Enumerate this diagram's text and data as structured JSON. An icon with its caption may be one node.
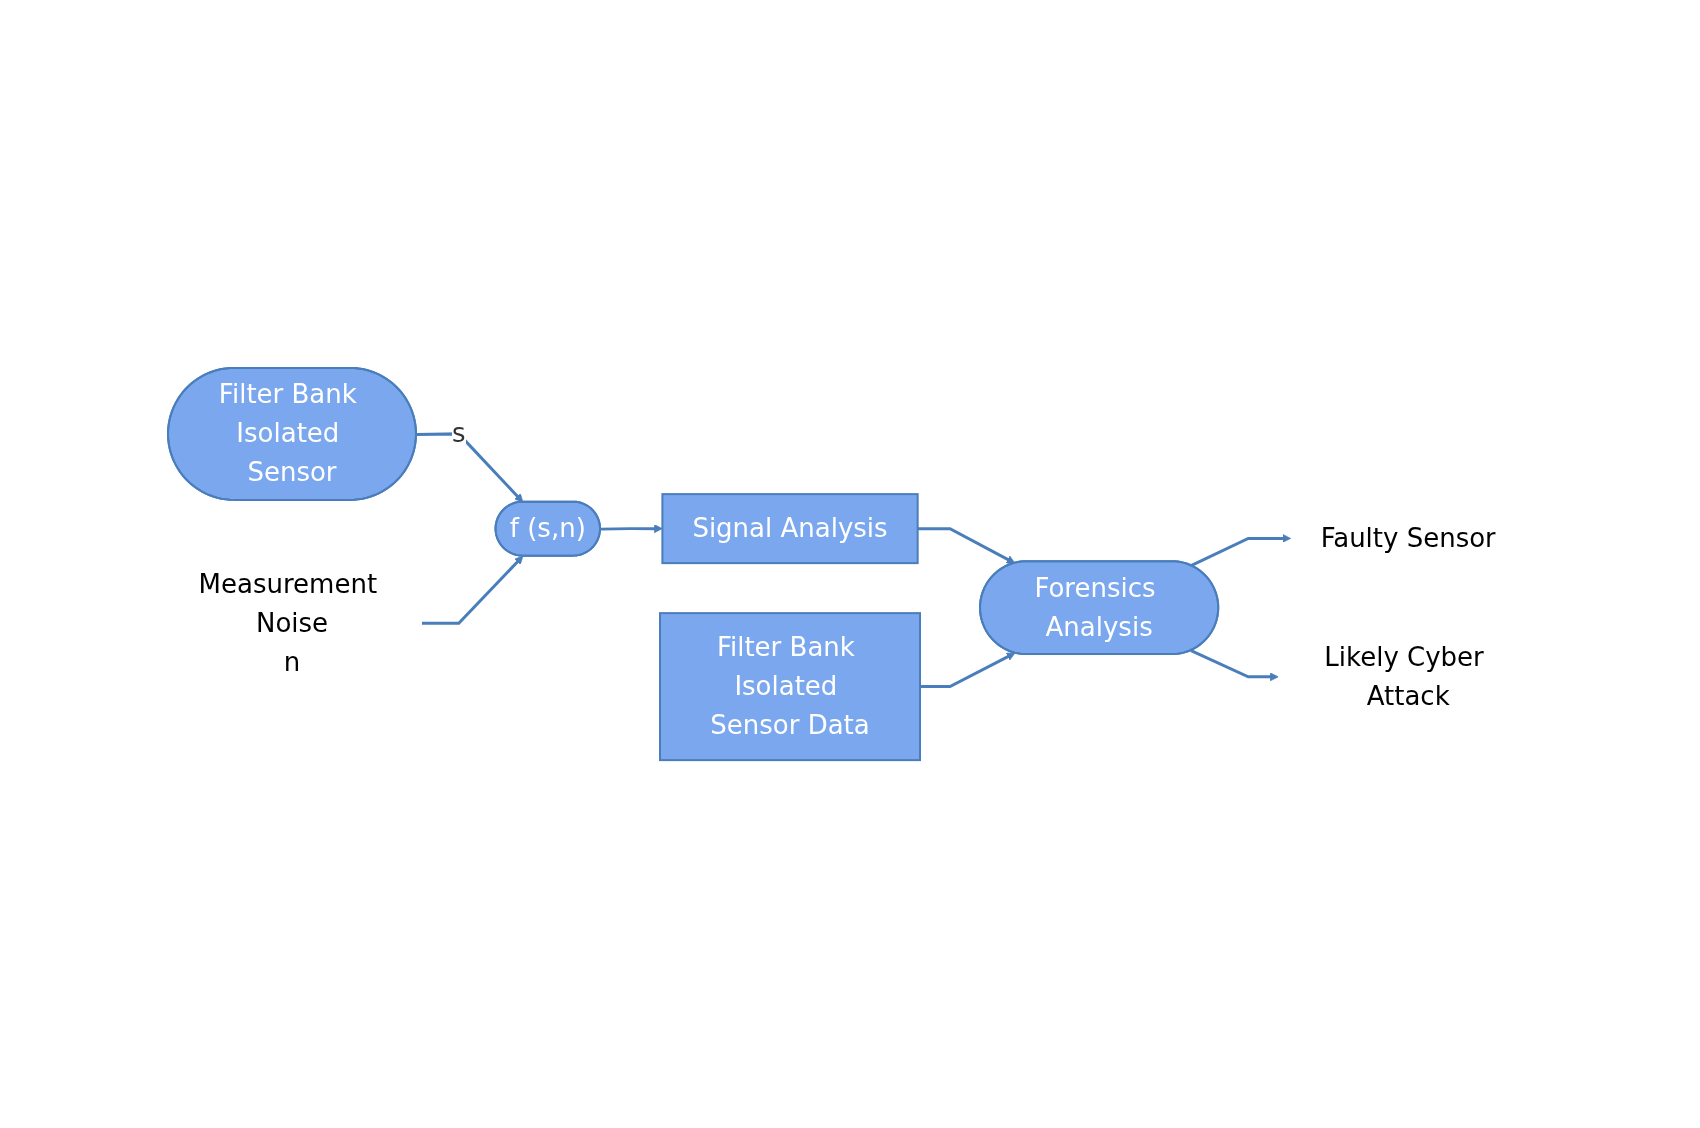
{
  "diagram": {
    "nodes": [
      {
        "text": [
          "Filter Bank Isolated Sensor"
        ]
      },
      {
        "text": [
          "Measurement Noise",
          "n"
        ]
      },
      {
        "text": [
          "f (s,n)"
        ]
      },
      {
        "text": [
          "Signal Analysis"
        ]
      },
      {
        "text": [
          "Forensics Analysis"
        ]
      },
      {
        "text": [
          "Filter Bank Isolated Sensor Data"
        ]
      },
      {
        "text": [
          "Faulty Sensor"
        ]
      },
      {
        "text": [
          "Likely Cyber Attack"
        ]
      }
    ],
    "edges": [
      {
        "from": 0,
        "to": 2,
        "arrow": "to",
        "label": "s"
      },
      {
        "from": 1,
        "to": 2,
        "arrow": "to"
      },
      {
        "from": 2,
        "to": 3,
        "arrow": "to"
      },
      {
        "from": 3,
        "to": 4,
        "arrow": "to"
      },
      {
        "from": 5,
        "to": 4,
        "arrow": "to"
      },
      {
        "from": 4,
        "to": 6,
        "arrow": "to"
      },
      {
        "from": 4,
        "to": 7,
        "arrow": "to"
      }
    ]
  }
}
